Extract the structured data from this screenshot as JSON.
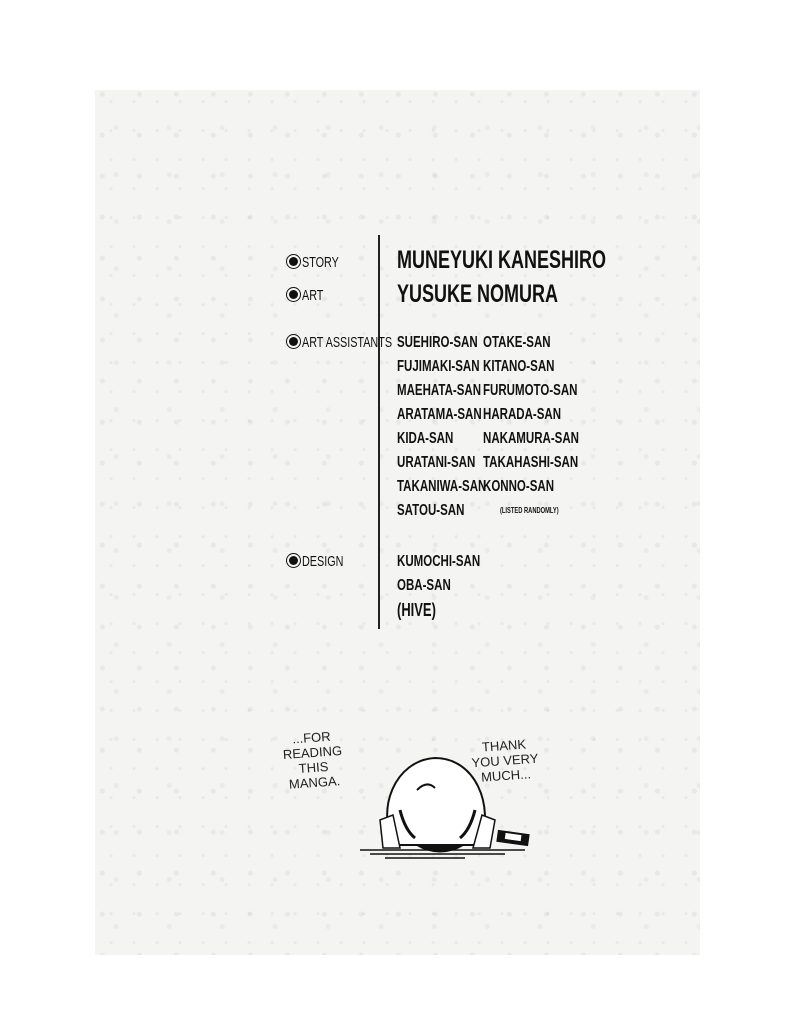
{
  "credits": {
    "story": {
      "label": "STORY",
      "name": "MUNEYUKI KANESHIRO"
    },
    "art": {
      "label": "ART",
      "name": "YUSUKE NOMURA"
    },
    "assistants": {
      "label": "ART ASSISTANTS",
      "col1": [
        "SUEHIRO-SAN",
        "FUJIMAKI-SAN",
        "MAEHATA-SAN",
        "ARATAMA-SAN",
        "KIDA-SAN",
        "URATANI-SAN",
        "TAKANIWA-SAN",
        "SATOU-SAN"
      ],
      "col2": [
        "OTAKE-SAN",
        "KITANO-SAN",
        "FURUMOTO-SAN",
        "HARADA-SAN",
        "NAKAMURA-SAN",
        "TAKAHASHI-SAN",
        "KONNO-SAN"
      ],
      "note": "(LISTED RANDOMLY)"
    },
    "design": {
      "label": "DESIGN",
      "names": [
        "KUMOCHI-SAN",
        "OBA-SAN",
        "(HIVE)"
      ]
    }
  },
  "illustration": {
    "bubble_left": "...FOR\nREADING\nTHIS\nMANGA.",
    "bubble_right": "THANK\nYOU VERY\nMUCH..."
  }
}
